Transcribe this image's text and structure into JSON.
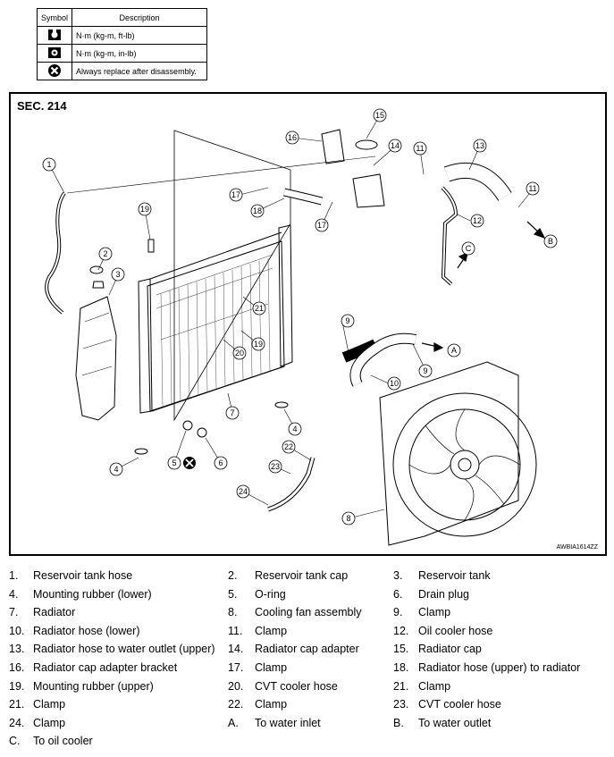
{
  "symbol_table": {
    "header_symbol": "Symbol",
    "header_description": "Description",
    "rows": [
      {
        "icon": "torque-wrench-icon",
        "description": "N·m (kg-m, ft-lb)"
      },
      {
        "icon": "torque-wrench-small-icon",
        "description": "N·m (kg-m, in-lb)"
      },
      {
        "icon": "replace-x-icon",
        "description": "Always replace after disassembly."
      }
    ]
  },
  "diagram": {
    "section": "SEC. 214",
    "code": "AWBIA1614ZZ",
    "callouts": [
      "1",
      "2",
      "3",
      "4",
      "5",
      "6",
      "7",
      "8",
      "9",
      "10",
      "11",
      "12",
      "13",
      "14",
      "15",
      "16",
      "17",
      "18",
      "19",
      "20",
      "21",
      "22",
      "23",
      "24",
      "A",
      "B",
      "C"
    ]
  },
  "legend": [
    [
      {
        "n": "1.",
        "t": "Reservoir tank hose"
      },
      {
        "n": "2.",
        "t": "Reservoir tank cap"
      },
      {
        "n": "3.",
        "t": "Reservoir tank"
      }
    ],
    [
      {
        "n": "4.",
        "t": "Mounting rubber (lower)"
      },
      {
        "n": "5.",
        "t": "O-ring"
      },
      {
        "n": "6.",
        "t": "Drain plug"
      }
    ],
    [
      {
        "n": "7.",
        "t": "Radiator"
      },
      {
        "n": "8.",
        "t": "Cooling fan assembly"
      },
      {
        "n": "9.",
        "t": "Clamp"
      }
    ],
    [
      {
        "n": "10.",
        "t": "Radiator hose (lower)"
      },
      {
        "n": "11.",
        "t": "Clamp"
      },
      {
        "n": "12.",
        "t": "Oil cooler hose"
      }
    ],
    [
      {
        "n": "13.",
        "t": "Radiator hose to water outlet (upper)"
      },
      {
        "n": "14.",
        "t": "Radiator cap adapter"
      },
      {
        "n": "15.",
        "t": "Radiator cap"
      }
    ],
    [
      {
        "n": "16.",
        "t": "Radiator cap adapter bracket"
      },
      {
        "n": "17.",
        "t": "Clamp"
      },
      {
        "n": "18.",
        "t": "Radiator hose (upper) to radiator"
      }
    ],
    [
      {
        "n": "19.",
        "t": "Mounting rubber (upper)"
      },
      {
        "n": "20.",
        "t": "CVT cooler hose"
      },
      {
        "n": "21.",
        "t": "Clamp"
      }
    ],
    [
      {
        "n": "21.",
        "t": "Clamp"
      },
      {
        "n": "22.",
        "t": "Clamp"
      },
      {
        "n": "23.",
        "t": "CVT cooler hose"
      }
    ],
    [
      {
        "n": "24.",
        "t": "Clamp"
      },
      {
        "n": "A.",
        "t": "To water inlet"
      },
      {
        "n": "B.",
        "t": "To water outlet"
      }
    ],
    [
      {
        "n": "C.",
        "t": "To oil cooler"
      }
    ]
  ]
}
